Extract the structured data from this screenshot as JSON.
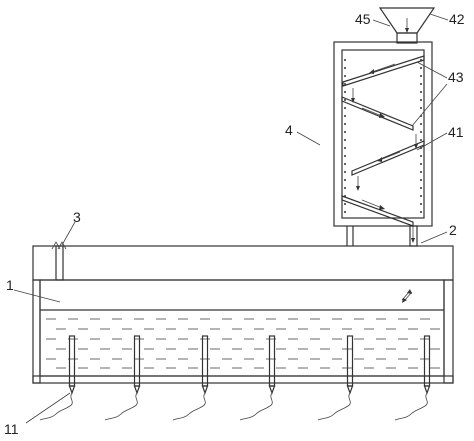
{
  "labels": {
    "l1": "1",
    "l2": "2",
    "l3": "3",
    "l4": "4",
    "l11": "11",
    "l41": "41",
    "l42": "42",
    "l43": "43",
    "l45": "45"
  },
  "colors": {
    "line": "#333333",
    "hatch": "#555555",
    "background": "#ffffff"
  }
}
